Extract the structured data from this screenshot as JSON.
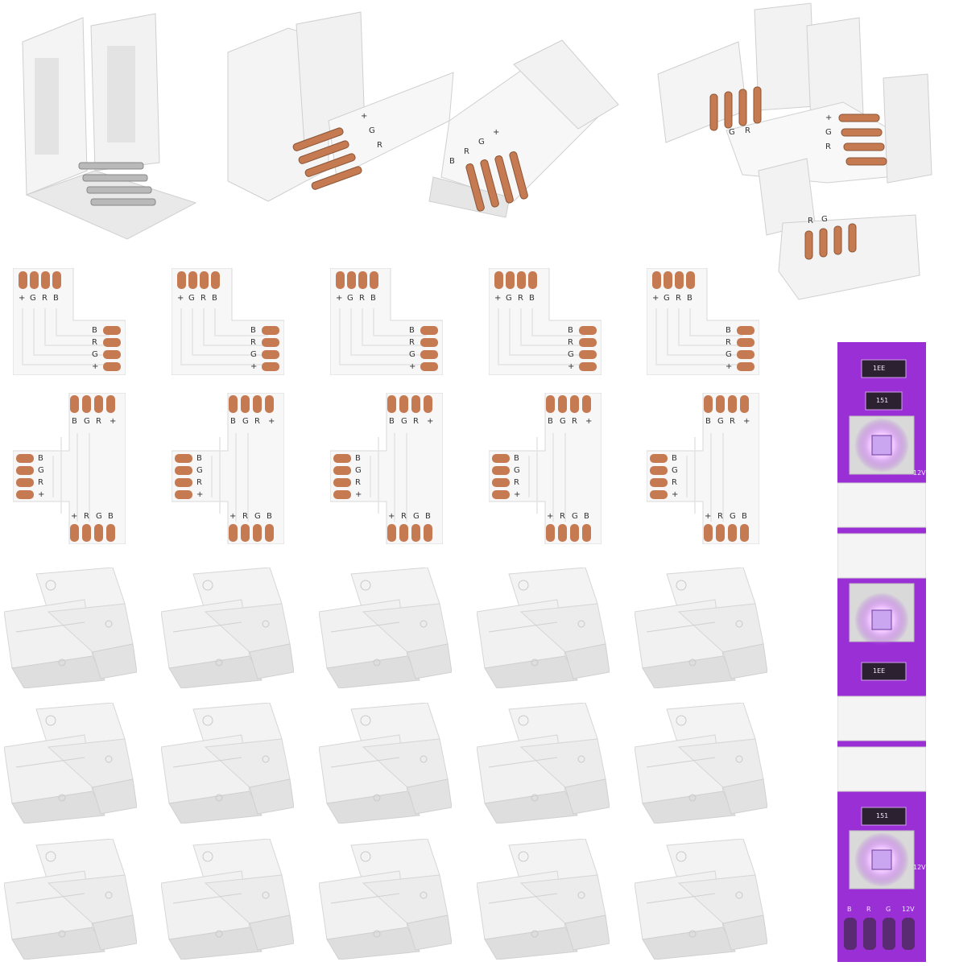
{
  "colors": {
    "background": "#ffffff",
    "plastic": "#f3f3f3",
    "plastic_shadow": "#d9d9d9",
    "copper": "#c57a52",
    "pcb": "#f7f7f7",
    "led_strip": "#9b2fd6",
    "led_glow": "#e6b3ff"
  },
  "pcb_labels": {
    "plus": "+",
    "g": "G",
    "r": "R",
    "b": "B"
  },
  "led_strip": {
    "resistor_a": "1EE",
    "resistor_b": "151",
    "voltage": "12V",
    "pin_b": "B",
    "pin_r": "R",
    "pin_g": "G",
    "pin_plus": "12V"
  }
}
